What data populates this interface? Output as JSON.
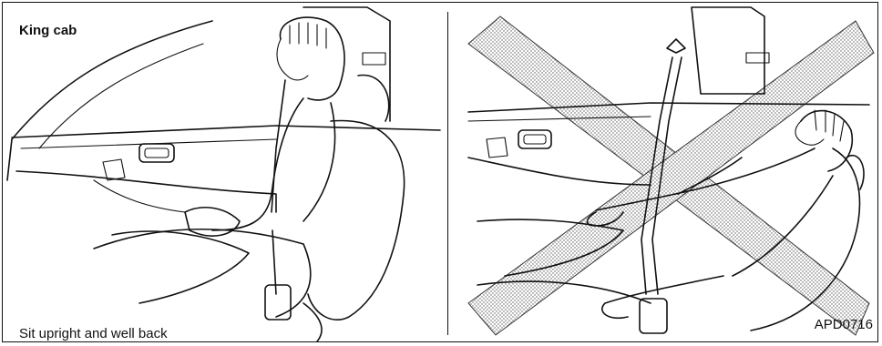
{
  "figure": {
    "left_panel": {
      "title": "King cab",
      "caption": "Sit upright and well back"
    },
    "right_panel": {
      "code": "APD0716",
      "marking": "cross-out"
    }
  }
}
